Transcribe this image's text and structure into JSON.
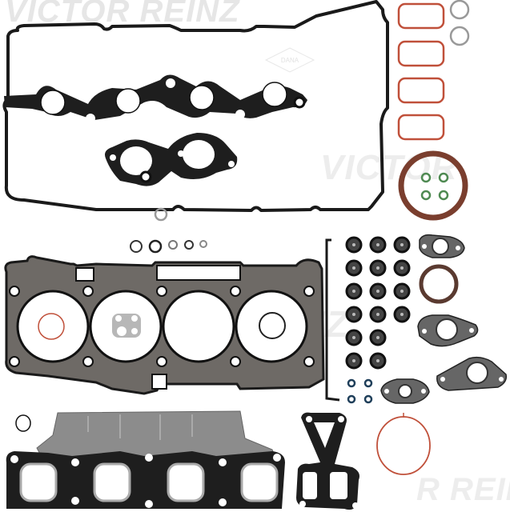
{
  "image": {
    "description": "Full engine gasket set product photo on white background",
    "brand_watermark": "VICTOR REINZ",
    "certification_mark": "DANA",
    "colors": {
      "background": "#ffffff",
      "gasket_black": "#1a1a1a",
      "head_gasket_gray": "#6e6a66",
      "intake_red": "#c0503a",
      "seal_brown": "#7a3e2e",
      "oring_green": "#4f8a52",
      "heat_shield": "#8c8c8c"
    },
    "watermarks": [
      "VICTOR REINZ",
      "VICTOR REINZ",
      "VICTOR",
      "R REINZ"
    ],
    "parts": [
      "valve cover gasket",
      "spark plug tube seal gasket",
      "throttle body gasket",
      "cylinder head gasket",
      "exhaust manifold gasket",
      "exhaust heat shield",
      "intake manifold gaskets (4)",
      "crankshaft seal",
      "camshaft seal",
      "valve stem seals (16)",
      "o-rings",
      "EGR gaskets",
      "water outlet gasket"
    ]
  }
}
